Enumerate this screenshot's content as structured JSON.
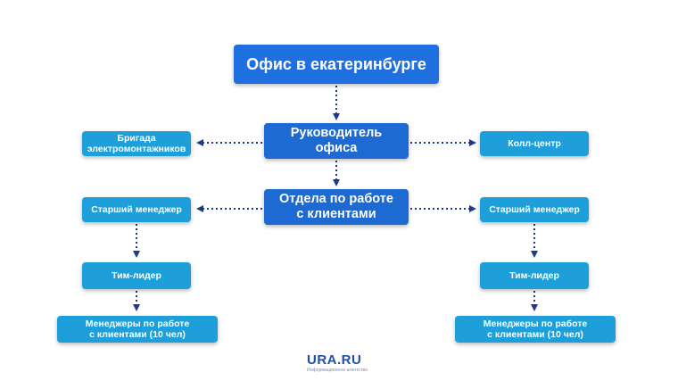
{
  "colors": {
    "top_box": "#1f6fe0",
    "mid_box": "#1c6ad2",
    "side_box": "#1e9fd9",
    "connector": "#1d3a8a",
    "text": "#ffffff"
  },
  "diagram": {
    "top": {
      "label": "Офис в екатеринбурге"
    },
    "head": {
      "line1": "Руководитель",
      "line2": "офиса"
    },
    "clients_dept": {
      "line1": "Отдела по работе",
      "line2": "с клиентами"
    },
    "left": {
      "brigade": {
        "line1": "Бригада",
        "line2": "электромонтажников"
      },
      "senior_manager": {
        "label": "Старший менеджер"
      },
      "team_lead": {
        "label": "Тим-лидер"
      },
      "managers": {
        "line1": "Менеджеры по работе",
        "line2": "с клиентами (10 чел)"
      }
    },
    "right": {
      "call_center": {
        "label": "Колл-центр"
      },
      "senior_manager": {
        "label": "Старший менеджер"
      },
      "team_lead": {
        "label": "Тим-лидер"
      },
      "managers": {
        "line1": "Менеджеры по работе",
        "line2": "с клиентами (10 чел)"
      }
    }
  },
  "logo": {
    "text": "URA.RU",
    "subtitle": "Информационное агентство"
  }
}
